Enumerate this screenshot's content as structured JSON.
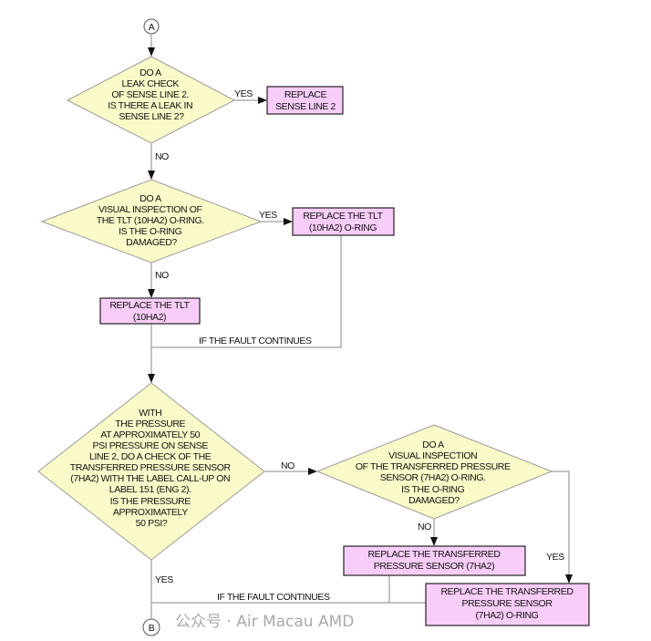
{
  "connectors": {
    "start": "A",
    "end": "B"
  },
  "decision1": {
    "lines": [
      "DO A",
      "LEAK CHECK",
      "OF SENSE LINE 2.",
      "IS THERE A LEAK IN",
      "SENSE LINE 2?"
    ],
    "yes": "YES",
    "no": "NO"
  },
  "action1": {
    "lines": [
      "REPLACE",
      "SENSE LINE 2"
    ]
  },
  "decision2": {
    "lines": [
      "DO A",
      "VISUAL INSPECTION OF",
      "THE TLT (10HA2) O-RING.",
      "IS THE O-RING",
      "DAMAGED?"
    ],
    "yes": "YES",
    "no": "NO"
  },
  "action2": {
    "lines": [
      "REPLACE THE TLT",
      "(10HA2) O-RING"
    ]
  },
  "action3": {
    "lines": [
      "REPLACE THE TLT",
      "(10HA2)"
    ]
  },
  "fault1": "IF THE FAULT CONTINUES",
  "decision3": {
    "lines": [
      "WITH",
      "THE PRESSURE",
      "AT APPROXIMATELY 50",
      "PSI PRESSURE ON SENSE",
      "LINE 2, DO A CHECK OF THE",
      "TRANSFERRED PRESSURE SENSOR",
      "(7HA2) WITH THE LABEL CALL-UP ON",
      "LABEL 151 (ENG 2).",
      "IS THE PRESSURE",
      "APPROXIMATELY",
      "50 PSI?"
    ],
    "yes": "YES",
    "no": "NO"
  },
  "decision4": {
    "lines": [
      "DO A",
      "VISUAL INSPECTION",
      "OF THE TRANSFERRED PRESSURE",
      "SENSOR (7HA2) O-RING.",
      "IS THE O-RING",
      "DAMAGED?"
    ],
    "yes": "YES",
    "no": "NO"
  },
  "action4": {
    "lines": [
      "REPLACE THE TRANSFERRED",
      "PRESSURE SENSOR (7HA2)"
    ]
  },
  "action5": {
    "lines": [
      "REPLACE THE TRANSFERRED",
      "PRESSURE SENSOR",
      "(7HA2) O-RING"
    ]
  },
  "fault2": "IF THE FAULT CONTINUES",
  "watermark": "公众号 · Air Macau AMD",
  "colors": {
    "decision": "#fbfbc9",
    "action": "#f9cdf9"
  }
}
